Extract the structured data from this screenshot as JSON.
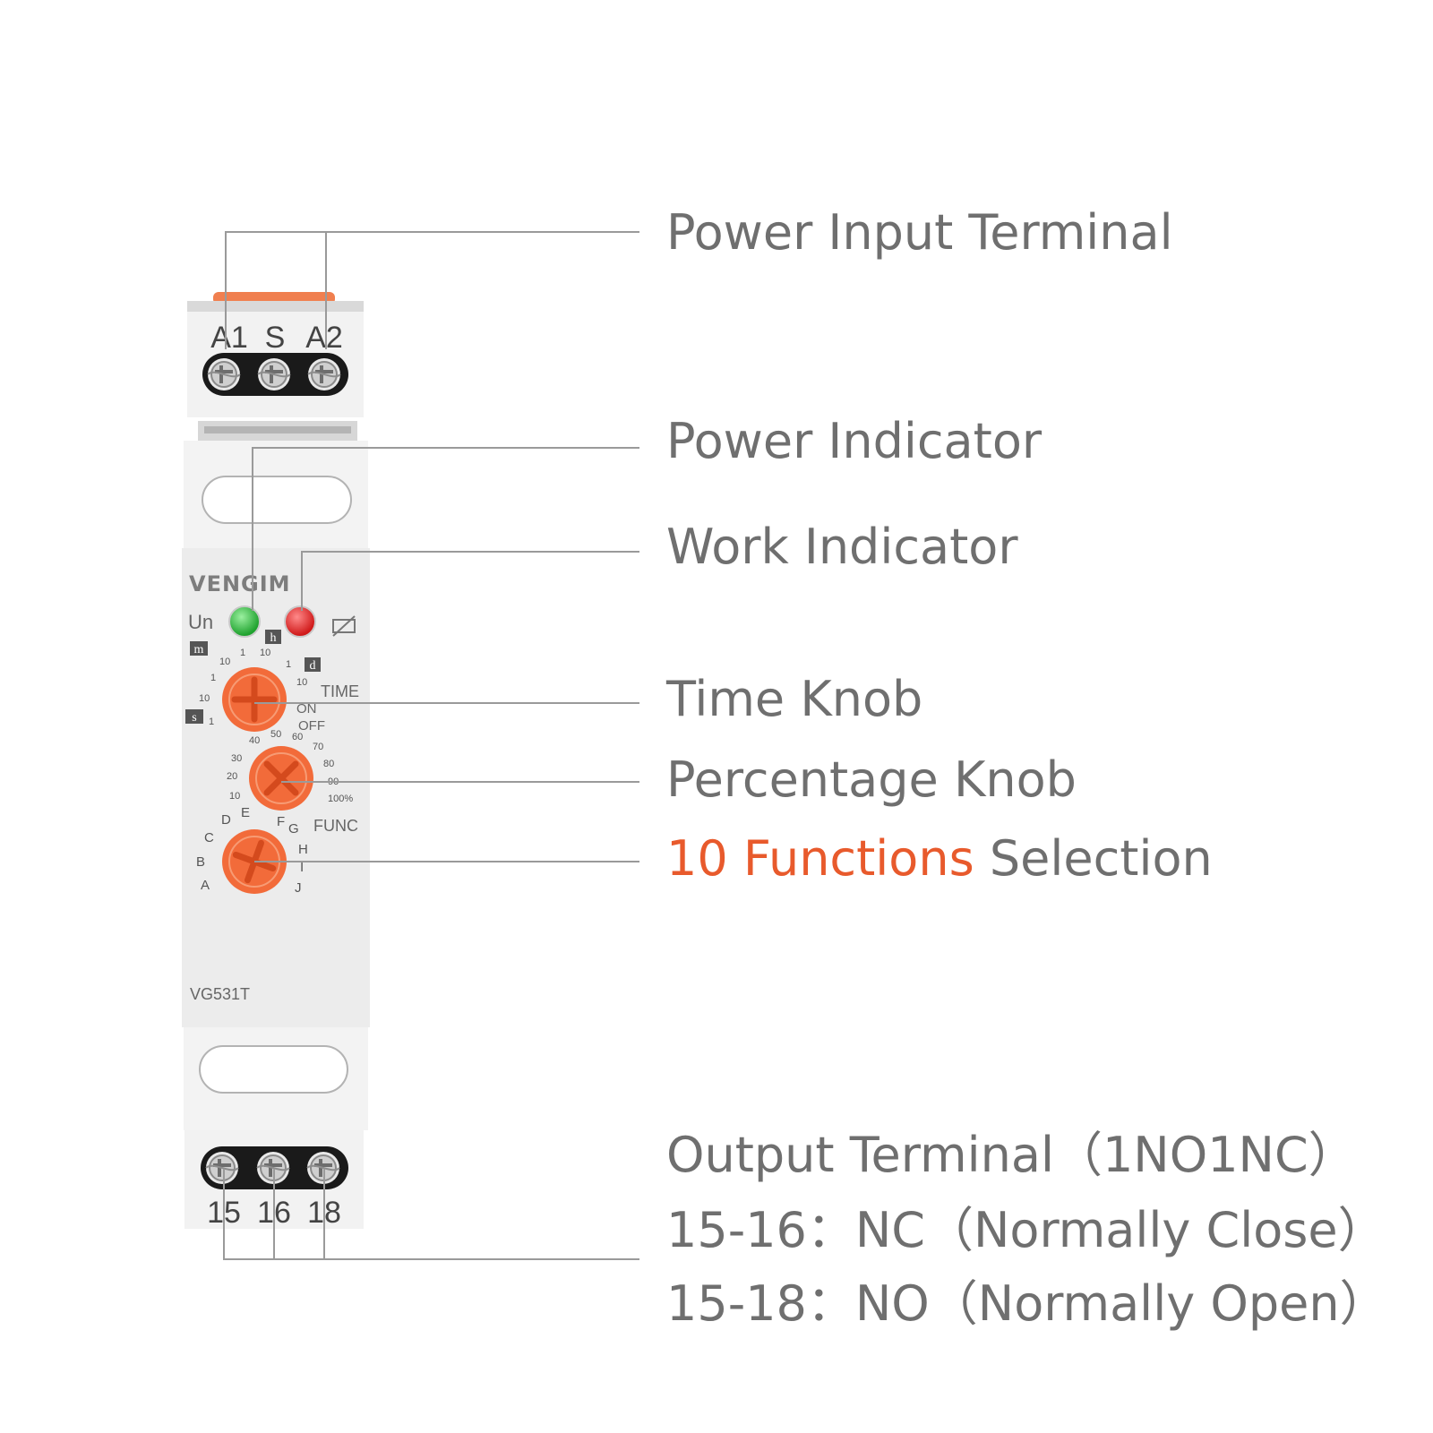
{
  "device": {
    "brand": "VENGIM",
    "model": "VG531T",
    "top_terminals": [
      "A1",
      "S",
      "A2"
    ],
    "bottom_terminals": [
      "15",
      "16",
      "18"
    ],
    "power_indicator_label": "Un",
    "power_led_color": "#1fa22e",
    "work_led_color": "#d01a1a",
    "knob_color": "#f26b3a",
    "time_unit_labels": [
      "m",
      "h",
      "d",
      "s"
    ],
    "time_scale_labels": [
      "10",
      "1",
      "10",
      "1",
      "10",
      "1",
      "10",
      "1"
    ],
    "time_mode_labels": [
      "TIME",
      "ON",
      "OFF"
    ],
    "percent_scale_labels": [
      "10",
      "20",
      "30",
      "40",
      "50",
      "60",
      "70",
      "80",
      "90",
      "100%"
    ],
    "func_label": "FUNC",
    "func_letters": [
      "A",
      "B",
      "C",
      "D",
      "E",
      "F",
      "G",
      "H",
      "I",
      "J"
    ]
  },
  "callouts": {
    "power_input": "Power Input Terminal",
    "power_indicator": "Power Indicator",
    "work_indicator": "Work Indicator",
    "time_knob": "Time Knob",
    "percentage_knob": "Percentage Knob",
    "functions_highlight": "10 Functions",
    "functions_rest": " Selection",
    "output_line1": "Output Terminal（1NO1NC）",
    "output_line2": "15-16：NC（Normally Close）",
    "output_line3": "15-18：NO（Normally Open）"
  },
  "colors": {
    "accent": "#e85a2c",
    "callout_text": "#6f6f6f",
    "leader_line": "#9a9a9a",
    "housing": "#eeeeee"
  }
}
